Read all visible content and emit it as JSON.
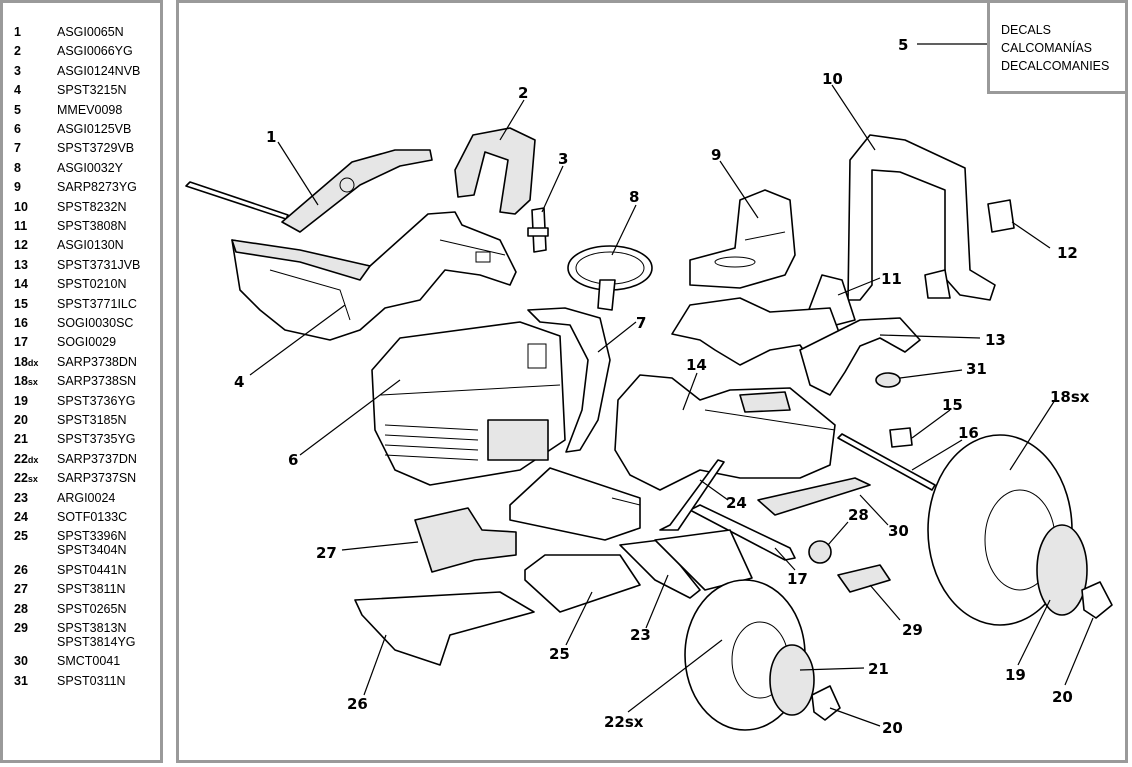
{
  "parts": [
    {
      "num": "1",
      "sub": "",
      "codes": [
        "ASGI0065N"
      ]
    },
    {
      "num": "2",
      "sub": "",
      "codes": [
        "ASGI0066YG"
      ]
    },
    {
      "num": "3",
      "sub": "",
      "codes": [
        "ASGI0124NVB"
      ]
    },
    {
      "num": "4",
      "sub": "",
      "codes": [
        "SPST3215N"
      ]
    },
    {
      "num": "5",
      "sub": "",
      "codes": [
        "MMEV0098"
      ]
    },
    {
      "num": "6",
      "sub": "",
      "codes": [
        "ASGI0125VB"
      ]
    },
    {
      "num": "7",
      "sub": "",
      "codes": [
        "SPST3729VB"
      ]
    },
    {
      "num": "8",
      "sub": "",
      "codes": [
        "ASGI0032Y"
      ]
    },
    {
      "num": "9",
      "sub": "",
      "codes": [
        "SARP8273YG"
      ]
    },
    {
      "num": "10",
      "sub": "",
      "codes": [
        "SPST8232N"
      ]
    },
    {
      "num": "11",
      "sub": "",
      "codes": [
        "SPST3808N"
      ]
    },
    {
      "num": "12",
      "sub": "",
      "codes": [
        "ASGI0130N"
      ]
    },
    {
      "num": "13",
      "sub": "",
      "codes": [
        "SPST3731JVB"
      ]
    },
    {
      "num": "14",
      "sub": "",
      "codes": [
        "SPST0210N"
      ]
    },
    {
      "num": "15",
      "sub": "",
      "codes": [
        "SPST3771ILC"
      ]
    },
    {
      "num": "16",
      "sub": "",
      "codes": [
        "SOGI0030SC"
      ]
    },
    {
      "num": "17",
      "sub": "",
      "codes": [
        "SOGI0029"
      ]
    },
    {
      "num": "18",
      "sub": "dx",
      "codes": [
        "SARP3738DN"
      ]
    },
    {
      "num": "18",
      "sub": "sx",
      "codes": [
        "SARP3738SN"
      ]
    },
    {
      "num": "19",
      "sub": "",
      "codes": [
        "SPST3736YG"
      ]
    },
    {
      "num": "20",
      "sub": "",
      "codes": [
        "SPST3185N"
      ]
    },
    {
      "num": "21",
      "sub": "",
      "codes": [
        "SPST3735YG"
      ]
    },
    {
      "num": "22",
      "sub": "dx",
      "codes": [
        "SARP3737DN"
      ]
    },
    {
      "num": "22",
      "sub": "sx",
      "codes": [
        "SARP3737SN"
      ]
    },
    {
      "num": "23",
      "sub": "",
      "codes": [
        "ARGI0024"
      ]
    },
    {
      "num": "24",
      "sub": "",
      "codes": [
        "SOTF0133C"
      ]
    },
    {
      "num": "25",
      "sub": "",
      "codes": [
        "SPST3396N",
        "SPST3404N"
      ]
    },
    {
      "num": "26",
      "sub": "",
      "codes": [
        "SPST0441N"
      ]
    },
    {
      "num": "27",
      "sub": "",
      "codes": [
        "SPST3811N"
      ]
    },
    {
      "num": "28",
      "sub": "",
      "codes": [
        "SPST0265N"
      ]
    },
    {
      "num": "29",
      "sub": "",
      "codes": [
        "SPST3813N",
        "SPST3814YG"
      ]
    },
    {
      "num": "30",
      "sub": "",
      "codes": [
        "SMCT0041"
      ]
    },
    {
      "num": "31",
      "sub": "",
      "codes": [
        "SPST0311N"
      ]
    }
  ],
  "decals": {
    "lines": [
      "DECALS",
      "CALCOMANÍAS",
      "DECALCOMANIES"
    ]
  },
  "callouts": [
    {
      "label": "1"
    },
    {
      "label": "2"
    },
    {
      "label": "3"
    },
    {
      "label": "4"
    },
    {
      "label": "5"
    },
    {
      "label": "6"
    },
    {
      "label": "7"
    },
    {
      "label": "8"
    },
    {
      "label": "9"
    },
    {
      "label": "10"
    },
    {
      "label": "11"
    },
    {
      "label": "12"
    },
    {
      "label": "13"
    },
    {
      "label": "14"
    },
    {
      "label": "15"
    },
    {
      "label": "16"
    },
    {
      "label": "17"
    },
    {
      "label": "18sx"
    },
    {
      "label": "19"
    },
    {
      "label": "20"
    },
    {
      "label": "20"
    },
    {
      "label": "21"
    },
    {
      "label": "22sx"
    },
    {
      "label": "23"
    },
    {
      "label": "24"
    },
    {
      "label": "25"
    },
    {
      "label": "26"
    },
    {
      "label": "27"
    },
    {
      "label": "28"
    },
    {
      "label": "29"
    },
    {
      "label": "30"
    },
    {
      "label": "31"
    }
  ]
}
